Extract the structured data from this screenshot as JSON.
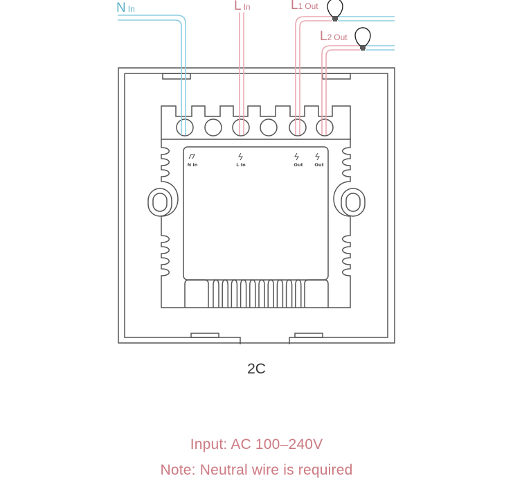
{
  "diagram": {
    "title": "2C",
    "wires": {
      "n_in": {
        "main": "N",
        "sub": "In"
      },
      "l_in": {
        "main": "L",
        "sub": "In"
      },
      "l1_out": {
        "main": "L",
        "index": "1",
        "sub": "Out"
      },
      "l2_out": {
        "main": "L",
        "index": "2",
        "sub": "Out"
      }
    },
    "terminal_labels": {
      "n_in": "N In",
      "l_in": "L In",
      "l2_out": "Out",
      "l1_out": "Out"
    },
    "icons": [
      "light-bulb-icon",
      "light-bulb-icon",
      "neutral-symbol-icon",
      "live-symbol-icon"
    ],
    "colors": {
      "neutral_wire": "#8ccfe0",
      "live_wire": "#e9a9b0",
      "outline": "#555555",
      "note_text": "#cc7a82"
    }
  },
  "notes": {
    "input": "Input: AC 100–240V",
    "neutral": "Note: Neutral wire is required"
  }
}
